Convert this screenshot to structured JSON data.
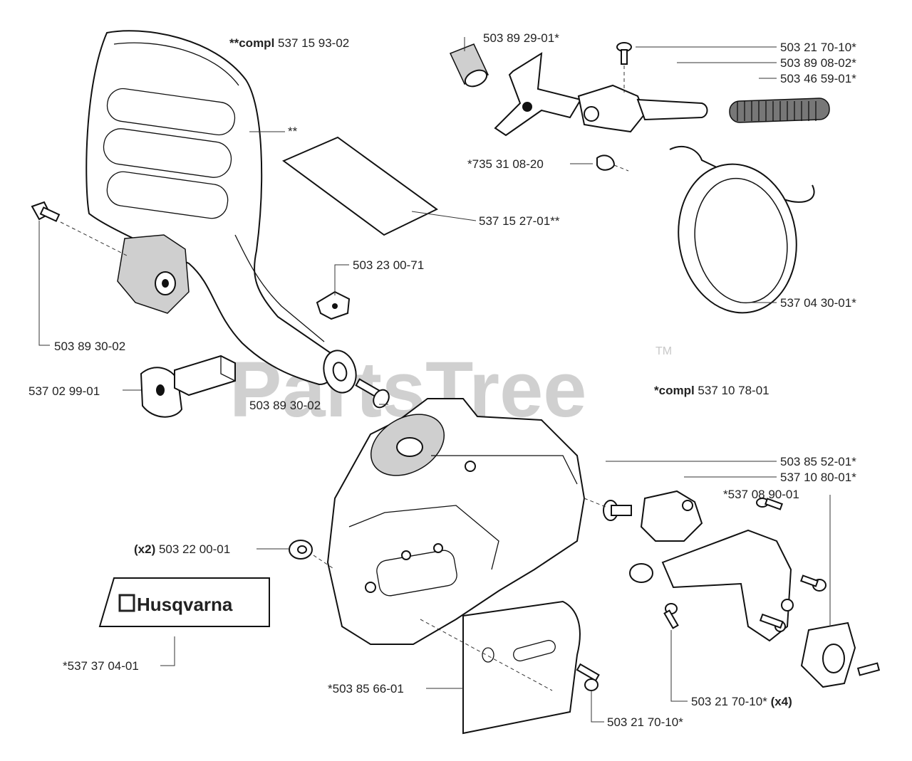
{
  "watermark": {
    "text": "PartsTree",
    "tm": "TM"
  },
  "decal": {
    "brand": "Husqvarna"
  },
  "labels": {
    "front_guard_compl": {
      "prefix": "**compl",
      "number": "537 15 93-02"
    },
    "front_guard": "**",
    "decal_sheet": "537 15 27-01**",
    "screw_left": "503 89 30-02",
    "washer_clip": "503 23 00-71",
    "spacer": "537 02 99-01",
    "screw_bottom": "503 89 30-02",
    "bushing": "503 89 29-01*",
    "screw_top": "503 21 70-10*",
    "brake_shaft": "503 89 08-02*",
    "spring": "503 46 59-01*",
    "circlip": "*735 31 08-20",
    "brake_band": "537 04 30-01*",
    "clutch_cover_compl": {
      "prefix": "*compl",
      "number": "537 10 78-01"
    },
    "pin": "503 85 52-01*",
    "chain_catcher": "537 10 80-01*",
    "tensioner": "*537 08 90-01",
    "nut": {
      "qty": "(x2)",
      "number": "503 22 00-01"
    },
    "decal_husq": "*537 37 04-01",
    "plate": "*503 85 66-01",
    "screw_plate": "503 21 70-10*",
    "screw_x4": {
      "number": "503 21 70-10*",
      "qty": "(x4)"
    }
  }
}
